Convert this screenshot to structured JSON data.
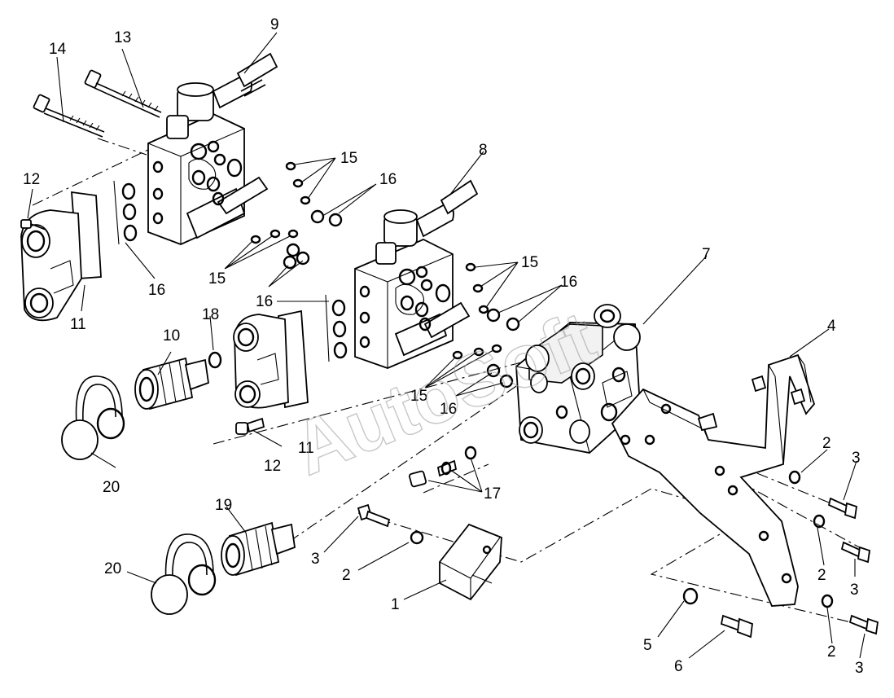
{
  "watermark": "AutoSoft",
  "callouts": {
    "c1": "1",
    "c2a": "2",
    "c2b": "2",
    "c2c": "2",
    "c2d": "2",
    "c3a": "3",
    "c3b": "3",
    "c3c": "3",
    "c3d": "3",
    "c4": "4",
    "c5": "5",
    "c6": "6",
    "c7": "7",
    "c8": "8",
    "c9": "9",
    "c10": "10",
    "c11a": "11",
    "c11b": "11",
    "c12a": "12",
    "c12b": "12",
    "c13": "13",
    "c14": "14",
    "c15a": "15",
    "c15b": "15",
    "c15c": "15",
    "c15d": "15",
    "c16a": "16",
    "c16b": "16",
    "c16c": "16",
    "c16d": "16",
    "c16e": "16",
    "c17": "17",
    "c18": "18",
    "c19": "19",
    "c20a": "20",
    "c20b": "20"
  }
}
